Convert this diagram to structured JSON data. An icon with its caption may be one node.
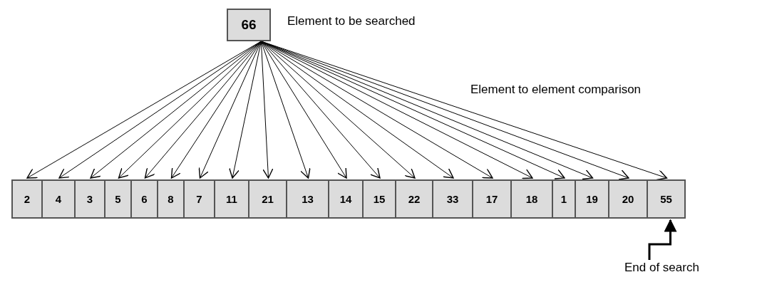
{
  "diagram": {
    "nodes": [
      {
        "text": [
          "66"
        ],
        "beside": [
          "Element to be searched"
        ]
      },
      {
        "text": [
          "2"
        ]
      },
      {
        "text": [
          "4"
        ]
      },
      {
        "text": [
          "3"
        ]
      },
      {
        "text": [
          "5"
        ]
      },
      {
        "text": [
          "6"
        ]
      },
      {
        "text": [
          "8"
        ]
      },
      {
        "text": [
          "7"
        ]
      },
      {
        "text": [
          "11"
        ]
      },
      {
        "text": [
          "21"
        ]
      },
      {
        "text": [
          "13"
        ]
      },
      {
        "text": [
          "14"
        ]
      },
      {
        "text": [
          "15"
        ]
      },
      {
        "text": [
          "22"
        ]
      },
      {
        "text": [
          "33"
        ]
      },
      {
        "text": [
          "17"
        ]
      },
      {
        "text": [
          "18"
        ]
      },
      {
        "text": [
          "1"
        ]
      },
      {
        "text": [
          "19"
        ]
      },
      {
        "text": [
          "20"
        ]
      },
      {
        "text": [
          "55"
        ]
      },
      {
        "text": [
          "End of search"
        ]
      }
    ],
    "edges": [
      {
        "from": 0,
        "to": 1,
        "arrow": "to"
      },
      {
        "from": 0,
        "to": 2,
        "arrow": "to"
      },
      {
        "from": 0,
        "to": 3,
        "arrow": "to"
      },
      {
        "from": 0,
        "to": 4,
        "arrow": "to"
      },
      {
        "from": 0,
        "to": 5,
        "arrow": "to"
      },
      {
        "from": 0,
        "to": 6,
        "arrow": "to"
      },
      {
        "from": 0,
        "to": 7,
        "arrow": "to"
      },
      {
        "from": 0,
        "to": 8,
        "arrow": "to"
      },
      {
        "from": 0,
        "to": 9,
        "arrow": "to"
      },
      {
        "from": 0,
        "to": 10,
        "arrow": "to"
      },
      {
        "from": 0,
        "to": 11,
        "arrow": "to"
      },
      {
        "from": 0,
        "to": 12,
        "arrow": "to"
      },
      {
        "from": 0,
        "to": 13,
        "arrow": "to"
      },
      {
        "from": 0,
        "to": 14,
        "arrow": "to"
      },
      {
        "from": 0,
        "to": 15,
        "arrow": "to"
      },
      {
        "from": 0,
        "to": 16,
        "arrow": "to"
      },
      {
        "from": 0,
        "to": 17,
        "arrow": "to"
      },
      {
        "from": 0,
        "to": 18,
        "arrow": "to"
      },
      {
        "from": 0,
        "to": 19,
        "arrow": "to"
      },
      {
        "from": 0,
        "to": 20,
        "arrow": "to"
      },
      {
        "from": 21,
        "to": 20,
        "arrow": "to",
        "style": "thick"
      }
    ],
    "labels": [
      "Element to element comparison"
    ]
  }
}
